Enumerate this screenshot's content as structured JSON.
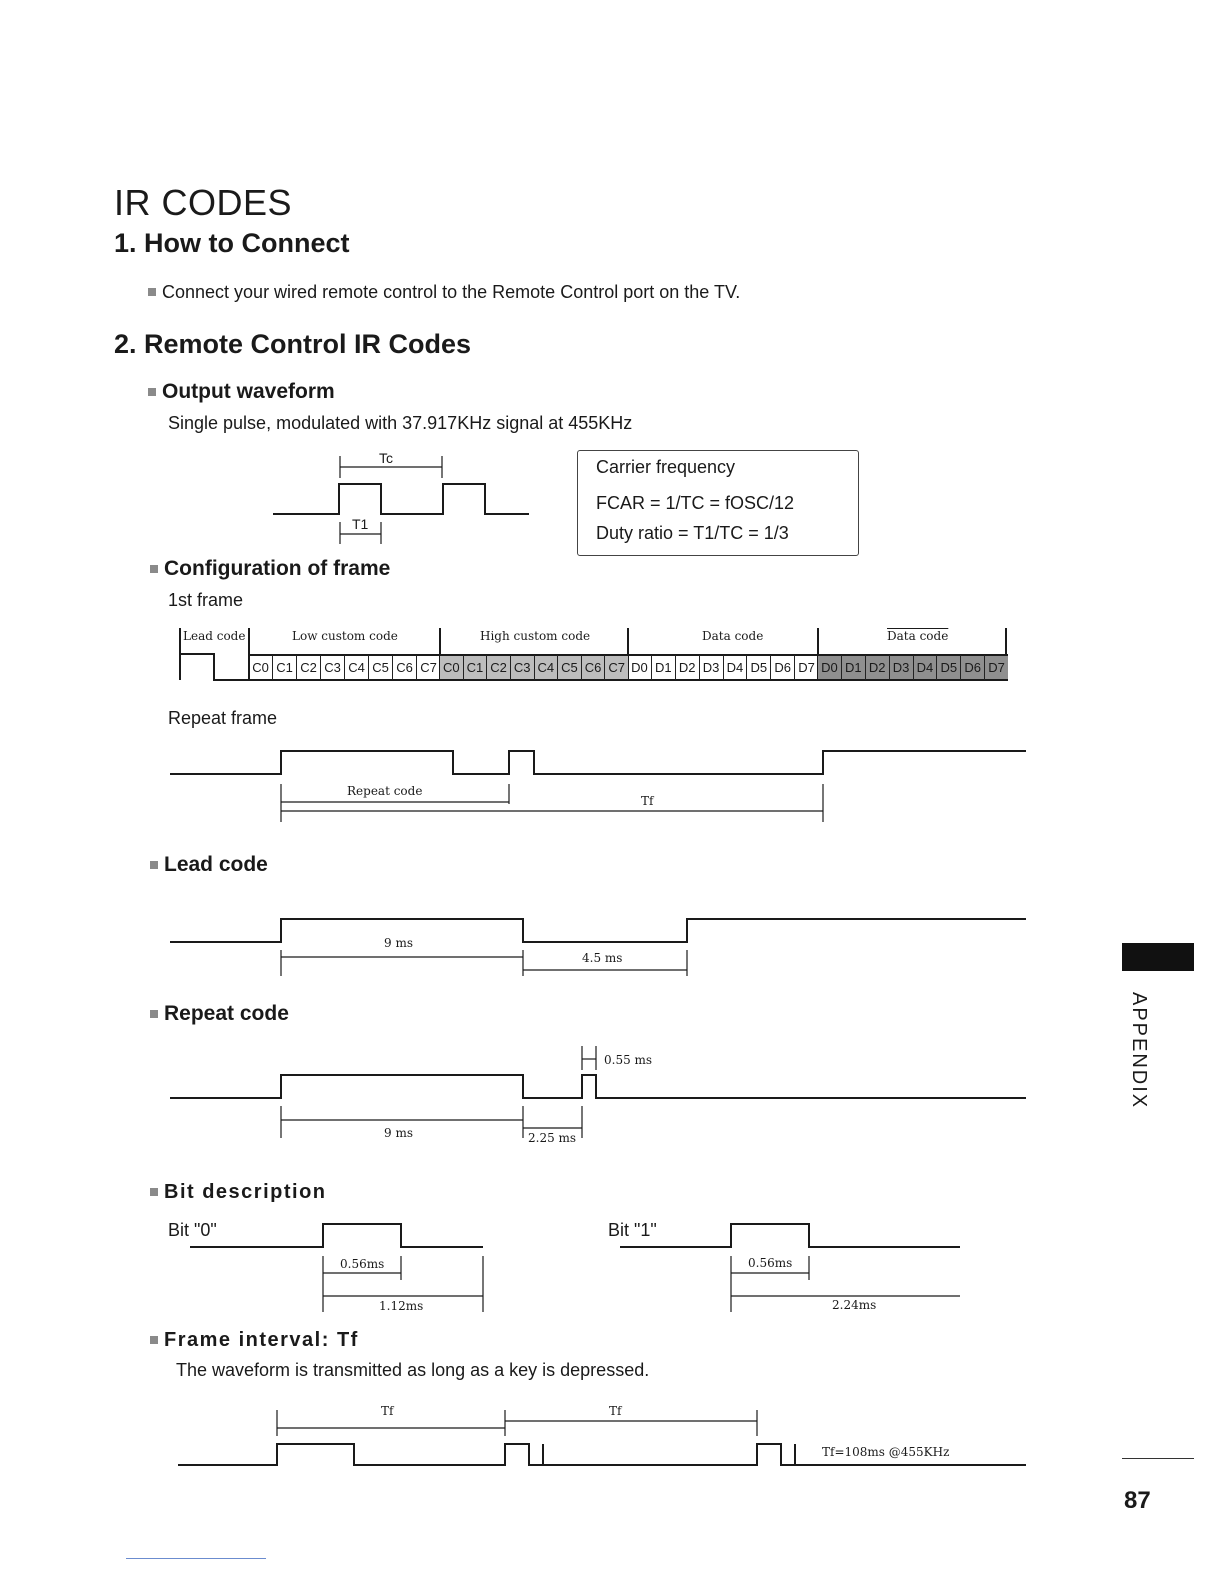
{
  "page": {
    "title": "IR CODES",
    "section1": "1. How to Connect",
    "section1_text": "Connect your wired remote control to the Remote Control port on the TV.",
    "section2": "2. Remote Control IR Codes",
    "page_number": "87",
    "side_tab": "APPENDIX"
  },
  "output_waveform": {
    "heading": "Output waveform",
    "desc": "Single pulse, modulated with 37.917KHz signal at 455KHz",
    "tc_label": "Tc",
    "t1_label": "T1",
    "box": {
      "line1": "Carrier frequency",
      "line2": "FCAR = 1/TC = fOSC/12",
      "line3": "Duty ratio = T1/TC = 1/3"
    }
  },
  "frame_config": {
    "heading": "Configuration of frame",
    "first_frame": "1st frame",
    "lead_code": "Lead code",
    "low_custom": "Low custom code",
    "high_custom": "High custom code",
    "data_code": "Data code",
    "data_code_inv": "Data code",
    "low_bits": [
      "C0",
      "C1",
      "C2",
      "C3",
      "C4",
      "C5",
      "C6",
      "C7"
    ],
    "high_bits": [
      "C0",
      "C1",
      "C2",
      "C3",
      "C4",
      "C5",
      "C6",
      "C7"
    ],
    "data_bits": [
      "D0",
      "D1",
      "D2",
      "D3",
      "D4",
      "D5",
      "D6",
      "D7"
    ],
    "data_inv_bits": [
      "D0",
      "D1",
      "D2",
      "D3",
      "D4",
      "D5",
      "D6",
      "D7"
    ],
    "repeat_frame": "Repeat frame",
    "repeat_code_label": "Repeat code",
    "tf_label": "Tf"
  },
  "lead_code": {
    "heading": "Lead code",
    "t_high": "9 ms",
    "t_low": "4.5 ms"
  },
  "repeat_code": {
    "heading": "Repeat code",
    "t_pulse": "0.55 ms",
    "t_high": "9 ms",
    "t_low": "2.25 ms"
  },
  "bit_description": {
    "heading": "Bit description",
    "bit0_label": "Bit \"0\"",
    "bit1_label": "Bit \"1\"",
    "bit0_pulse": "0.56ms",
    "bit0_period": "1.12ms",
    "bit1_pulse": "0.56ms",
    "bit1_period": "2.24ms"
  },
  "frame_interval": {
    "heading": "Frame interval: Tf",
    "desc": "The waveform is transmitted as long as a key is depressed.",
    "tf1": "Tf",
    "tf2": "Tf",
    "note": "Tf=108ms @455KHz"
  }
}
